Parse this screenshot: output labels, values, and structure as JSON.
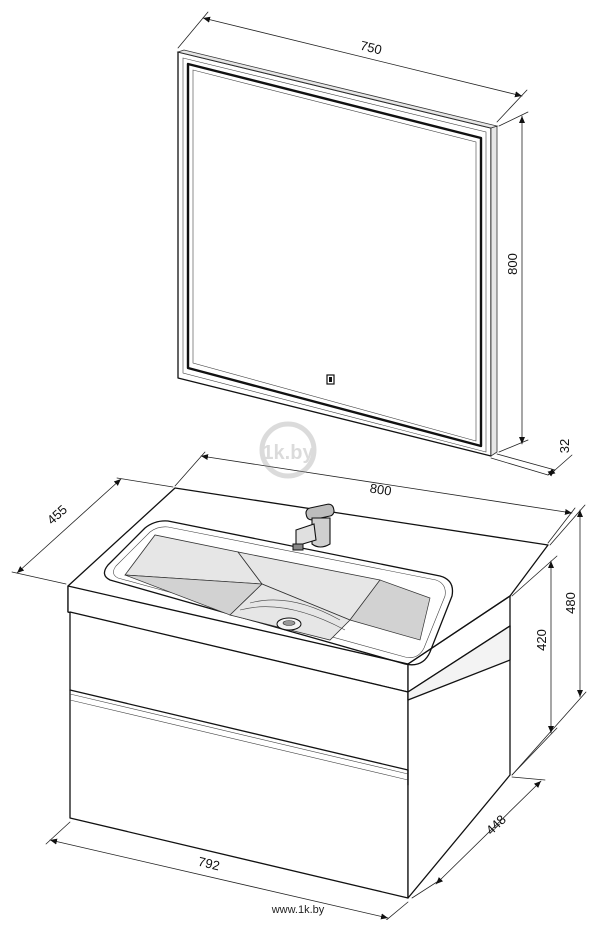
{
  "dimensions": {
    "mirror_width": "750",
    "mirror_height": "800",
    "mirror_depth": "32",
    "sink_width": "800",
    "sink_depth": "455",
    "total_height": "480",
    "cabinet_height": "420",
    "cabinet_width": "792",
    "cabinet_depth": "448"
  },
  "watermark": {
    "logo_text": "1k.by",
    "url": "www.1k.by"
  },
  "icons": {
    "mirror_switch": "touch-switch-icon",
    "faucet": "faucet-icon"
  }
}
